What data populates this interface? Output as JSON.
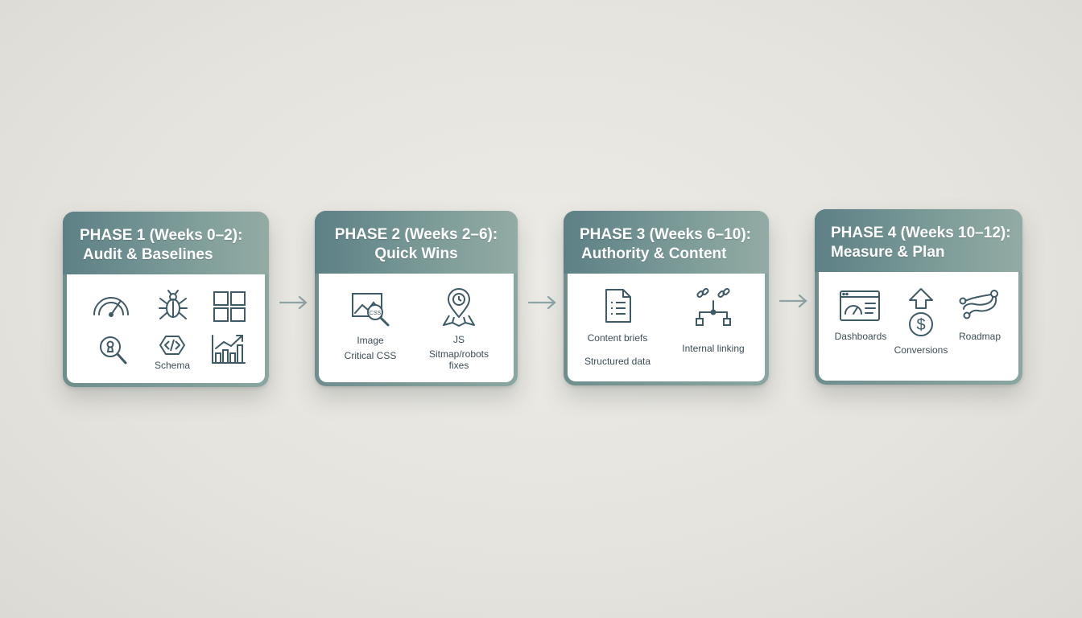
{
  "colors": {
    "header_start": "#5d8086",
    "header_end": "#93aba4",
    "icon_stroke": "#3e5a66",
    "arrow": "#8ea5a8",
    "background": "#e5e3dd"
  },
  "phases": [
    {
      "title_line1": "PHASE 1 (Weeks 0–2):",
      "title_line2": "Audit & Baselines",
      "icons": [
        "speedometer-icon",
        "bug-icon",
        "grid-icon",
        "search-keyhole-icon",
        "schema-code-icon",
        "bar-chart-trend-icon"
      ],
      "labels": {
        "schema": "Schema"
      }
    },
    {
      "title_line1": "PHASE 2 (Weeks 2–6):",
      "title_line2": "Quick Wins",
      "icons": [
        "image-css-icon",
        "map-pin-icon"
      ],
      "labels": {
        "image": "Image",
        "critical_css": "Critical CSS",
        "js": "JS",
        "sitemap": "Sitmap/robots",
        "fixes": "fixes"
      }
    },
    {
      "title_line1": "PHASE 3 (Weeks 6–10):",
      "title_line2": "Authority & Content",
      "icons": [
        "document-icon",
        "link-network-icon"
      ],
      "labels": {
        "content_briefs": "Content briefs",
        "structured_data": "Structured data",
        "internal_linking": "Internal linking"
      }
    },
    {
      "title_line1": "PHASE 4 (Weeks 10–12):",
      "title_line2": "Measure & Plan",
      "icons": [
        "dashboard-icon",
        "conversion-dollar-icon",
        "roadmap-icon"
      ],
      "labels": {
        "dashboards": "Dashboards",
        "conversions": "Conversions",
        "roadmap": "Roadmap"
      }
    }
  ]
}
